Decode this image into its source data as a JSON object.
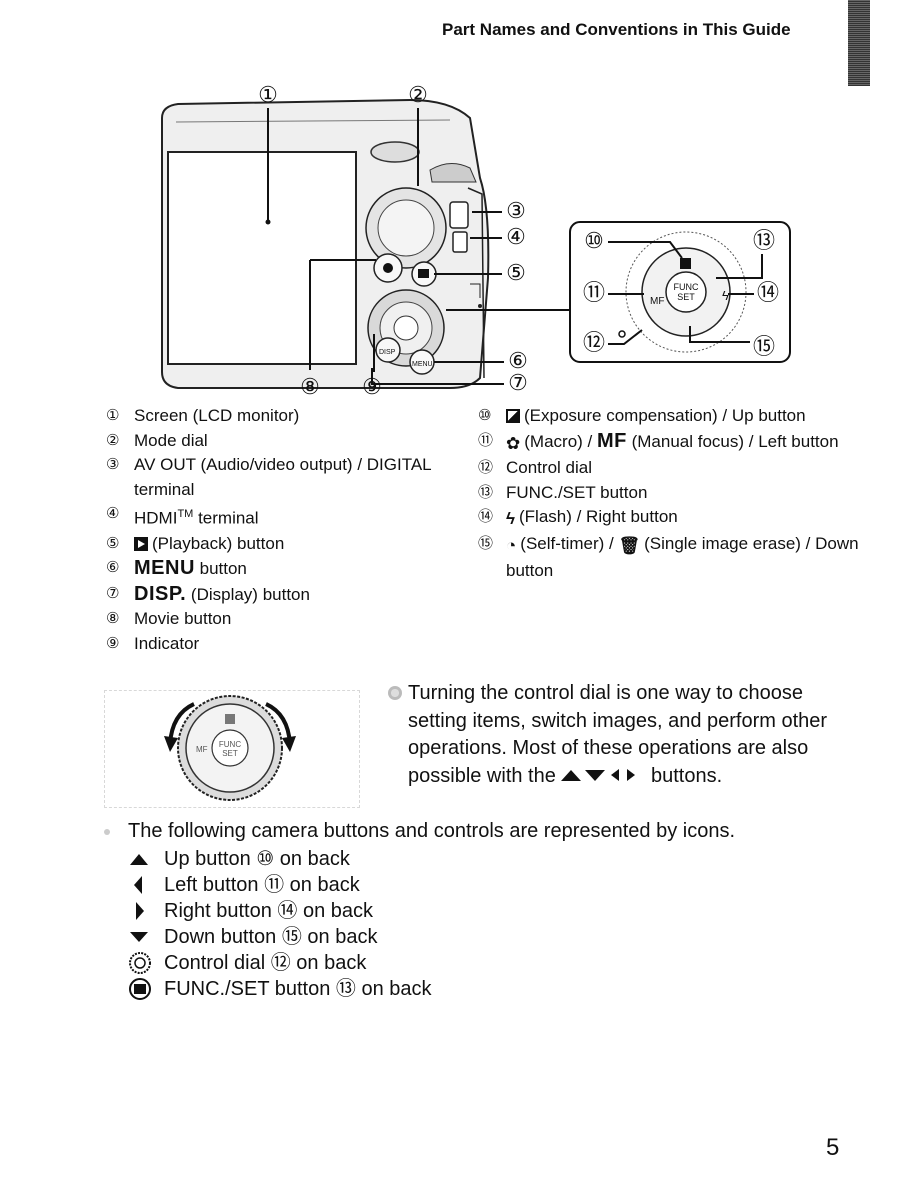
{
  "header": {
    "title": "Part Names and Conventions in This Guide"
  },
  "camera_figure": {
    "callouts": [
      "①",
      "②",
      "③",
      "④",
      "⑤",
      "⑥",
      "⑦",
      "⑧",
      "⑨",
      "⑩",
      "⑪",
      "⑫",
      "⑬",
      "⑭",
      "⑮"
    ],
    "dial_labels": {
      "func": "FUNC",
      "set": "SET",
      "mf": "MF",
      "disp": "DISP",
      "menu": "MENU"
    }
  },
  "parts_left": [
    {
      "num": "①",
      "text": "Screen (LCD monitor)"
    },
    {
      "num": "②",
      "text": "Mode dial"
    },
    {
      "num": "③",
      "text": "AV OUT (Audio/video output) / DIGITAL terminal"
    },
    {
      "num": "④",
      "text_pre": "HDMI",
      "text_sup": "TM",
      "text_post": " terminal"
    },
    {
      "num": "⑤",
      "icon": "playback-icon",
      "text": "(Playback) button"
    },
    {
      "num": "⑥",
      "label": "MENU",
      "text": "button"
    },
    {
      "num": "⑦",
      "label": "DISP.",
      "text": "(Display) button"
    },
    {
      "num": "⑧",
      "text": "Movie button"
    },
    {
      "num": "⑨",
      "text": "Indicator"
    }
  ],
  "parts_right": [
    {
      "num": "⑩",
      "icon": "exposure-compensation-icon",
      "text": "(Exposure compensation) / Up button"
    },
    {
      "num": "⑪",
      "icon": "macro-icon",
      "text_a": "(Macro) / ",
      "label": "MF",
      "text_b": " (Manual focus) / Left button"
    },
    {
      "num": "⑫",
      "text": "Control dial"
    },
    {
      "num": "⑬",
      "text": "FUNC./SET button"
    },
    {
      "num": "⑭",
      "icon": "flash-icon",
      "text": "(Flash) / Right button"
    },
    {
      "num": "⑮",
      "icon": "self-timer-icon",
      "text_a": "(Self-timer) / ",
      "icon2": "trash-icon",
      "text_b": "(Single image erase) / Down button"
    }
  ],
  "control_dial_note": {
    "text_a": "Turning the control dial is one way to choose setting items, switch images, and perform other operations. Most of these operations are also possible with the",
    "text_b": "buttons."
  },
  "icons_intro": "The following camera buttons and controls are represented by icons.",
  "icon_list": [
    {
      "icon": "up-arrow-icon",
      "label": "Up button",
      "num": "⑩",
      "suffix": "on back"
    },
    {
      "icon": "left-arrow-icon",
      "label": "Left button",
      "num": "⑪",
      "suffix": "on back"
    },
    {
      "icon": "right-arrow-icon",
      "label": "Right button",
      "num": "⑭",
      "suffix": "on back"
    },
    {
      "icon": "down-arrow-icon",
      "label": "Down button",
      "num": "⑮",
      "suffix": "on back"
    },
    {
      "icon": "control-dial-icon",
      "label": "Control dial",
      "num": "⑫",
      "suffix": "on back"
    },
    {
      "icon": "func-set-icon",
      "label": "FUNC./SET button",
      "num": "⑬",
      "suffix": "on back"
    }
  ],
  "page_number": "5"
}
